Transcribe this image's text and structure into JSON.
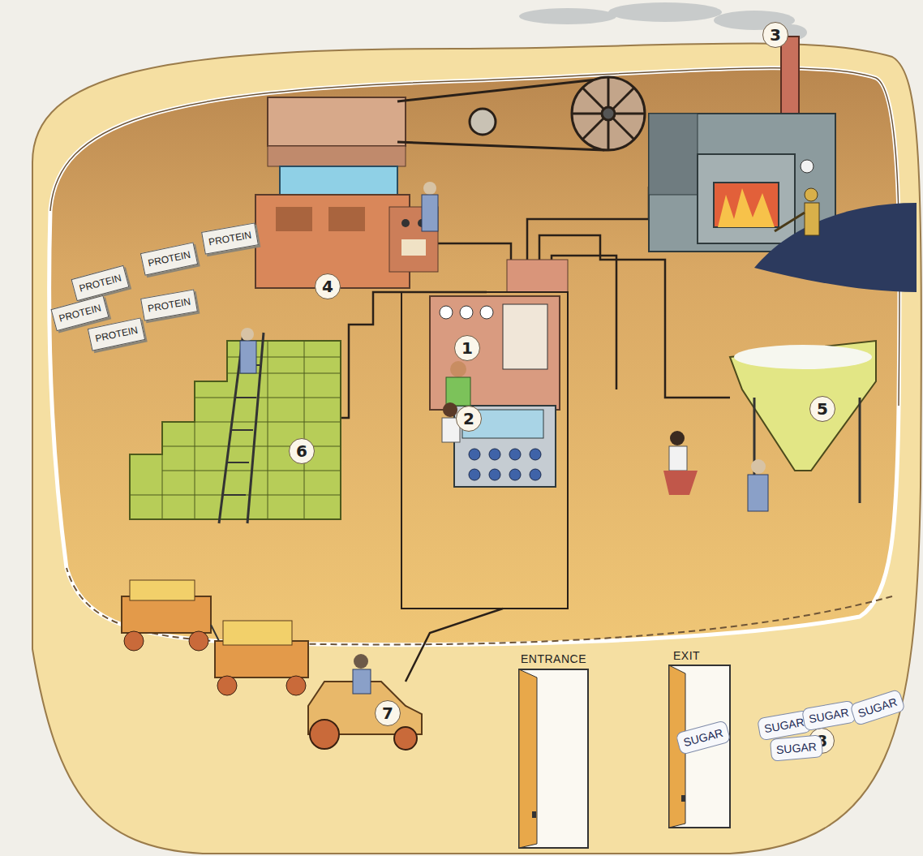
{
  "diagram": {
    "labels": [
      "1",
      "2",
      "3",
      "4",
      "5",
      "6",
      "7",
      "8",
      "ENTRANCE",
      "EXIT",
      "PROTEIN",
      "PROTEIN",
      "PROTEIN",
      "PROTEIN",
      "PROTEIN",
      "PROTEIN",
      "SUGAR",
      "SUGAR",
      "SUGAR",
      "SUGAR",
      "SUGAR"
    ]
  }
}
